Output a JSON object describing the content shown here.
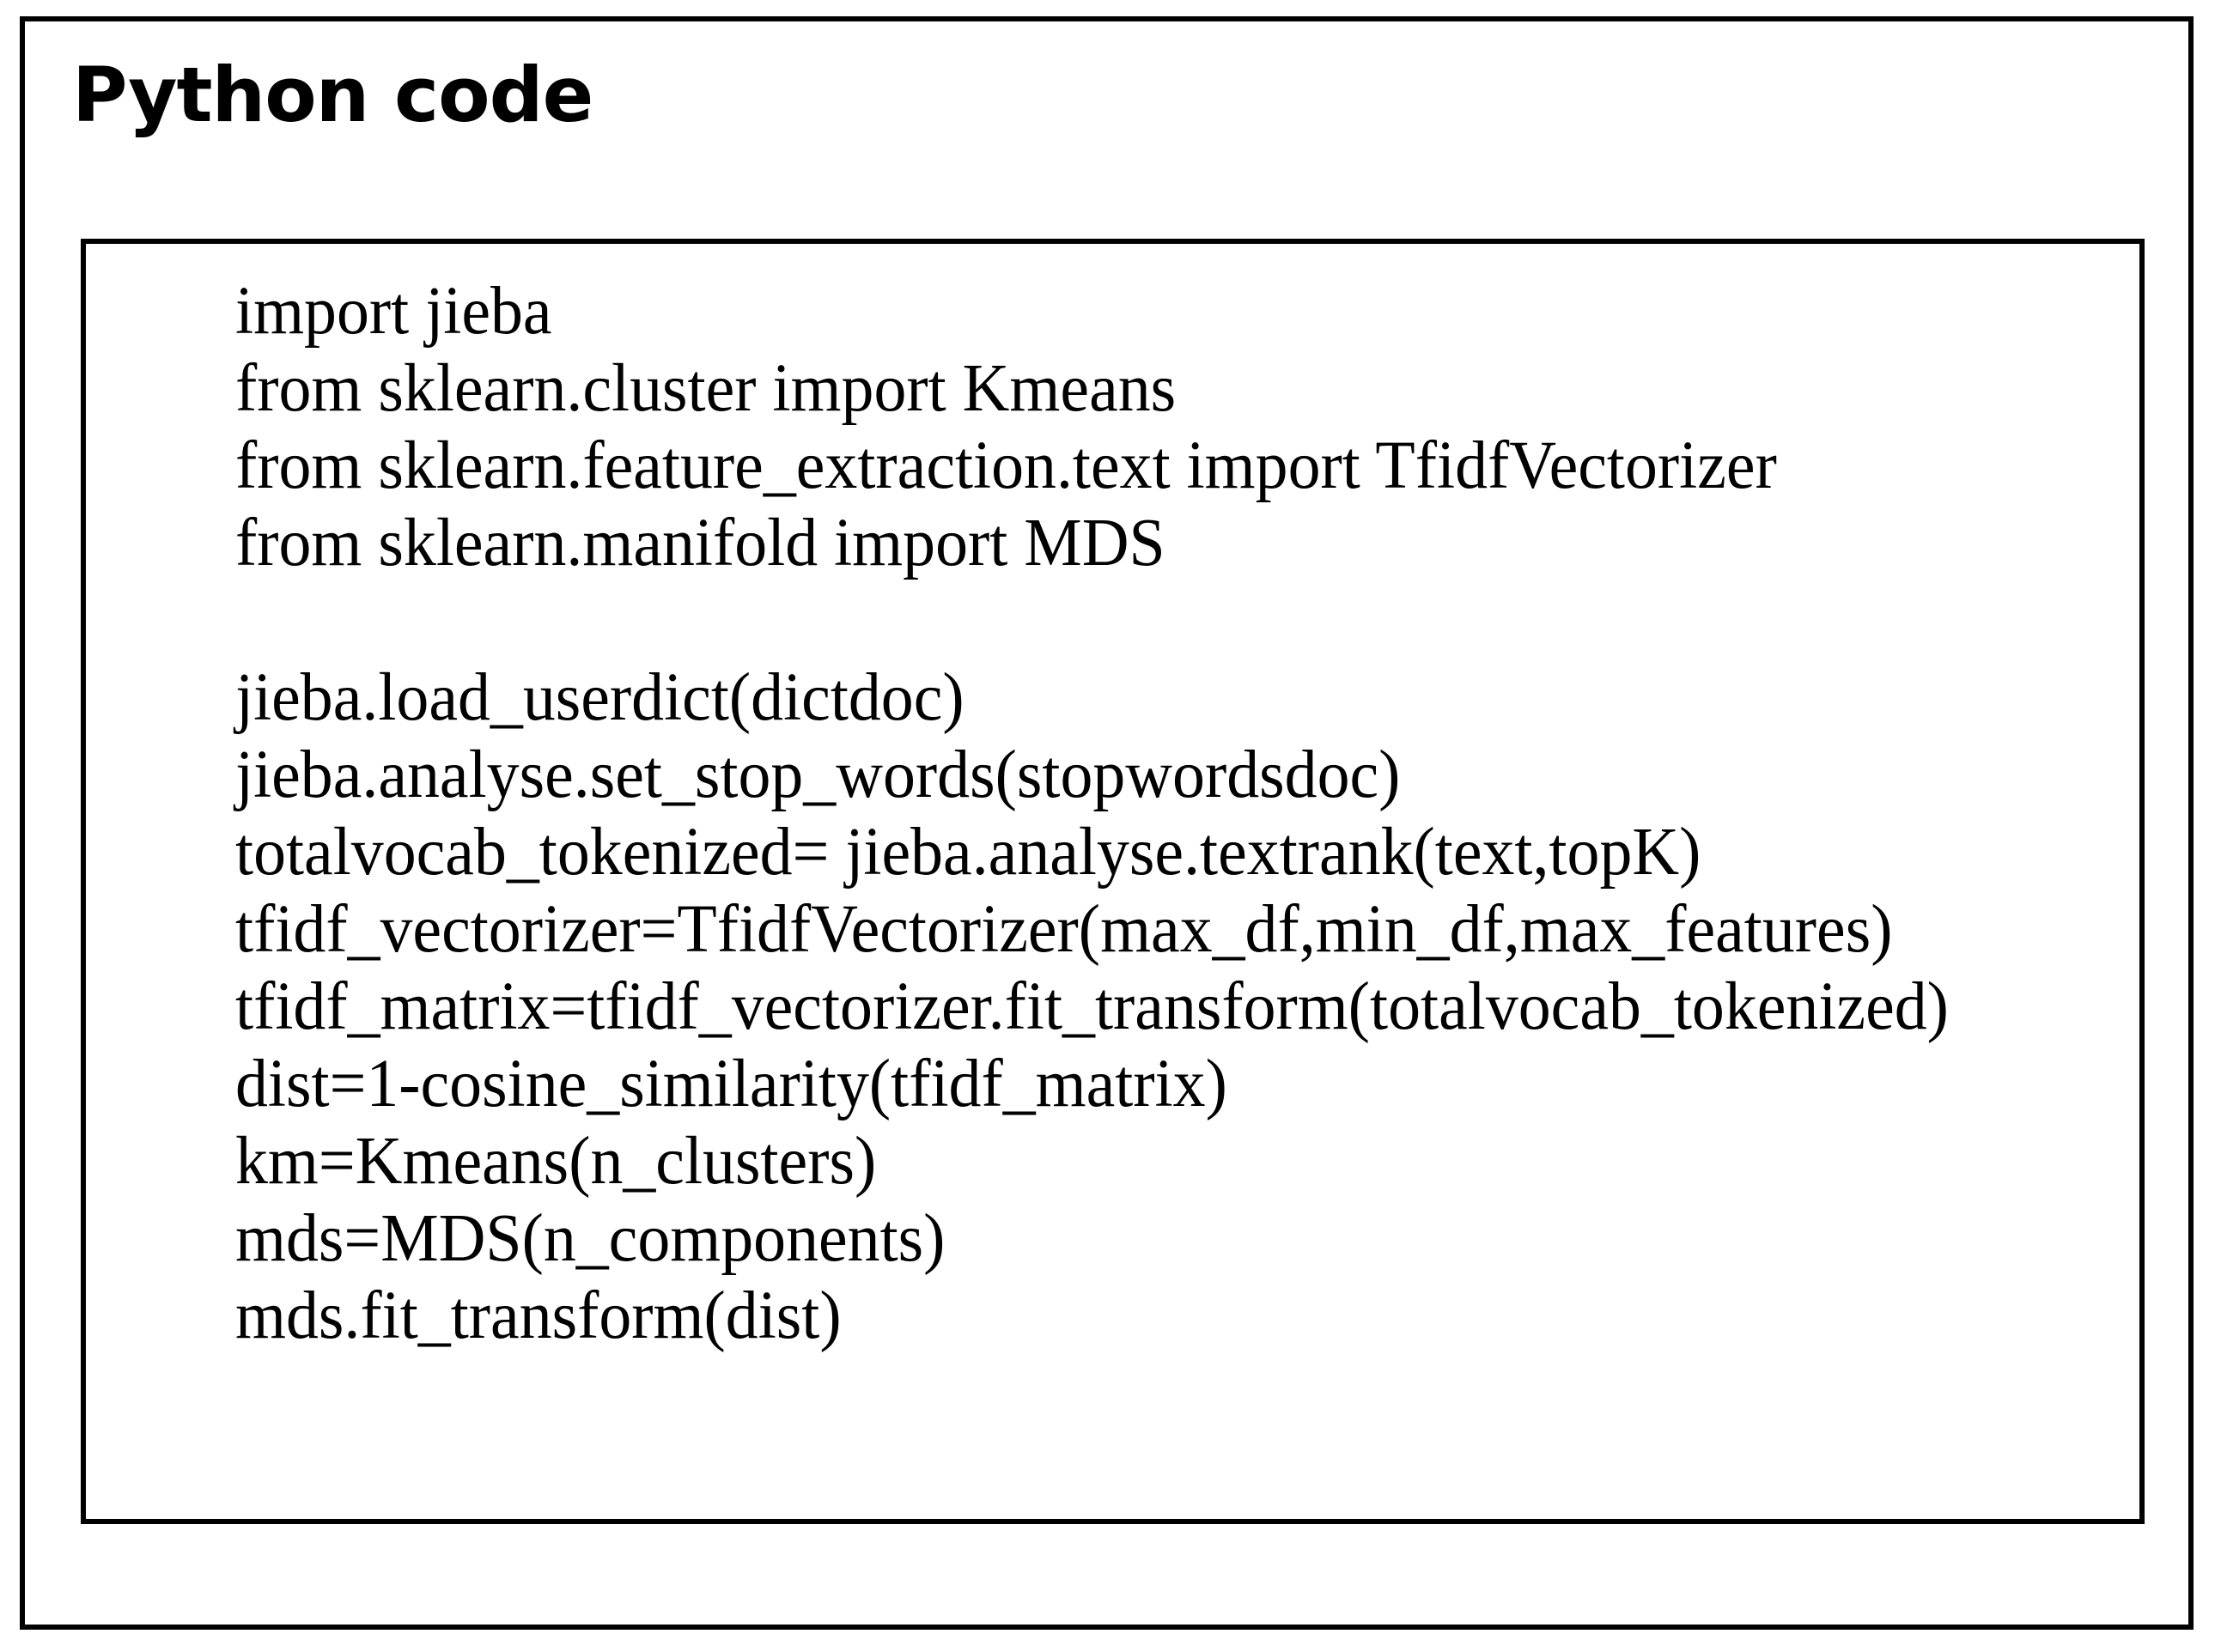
{
  "figure": {
    "title": "Python code",
    "language": "python",
    "colors": {
      "border": "#000000",
      "background": "#ffffff",
      "text": "#000000"
    }
  },
  "code_block": {
    "lines": [
      "import jieba",
      "from sklearn.cluster import Kmeans",
      "from sklearn.feature_extraction.text import TfidfVectorizer",
      "from sklearn.manifold import MDS",
      "",
      "jieba.load_userdict(dictdoc)",
      "jieba.analyse.set_stop_words(stopwordsdoc)",
      "totalvocab_tokenized= jieba.analyse.textrank(text,topK)",
      "tfidf_vectorizer=TfidfVectorizer(max_df,min_df,max_features)",
      "tfidf_matrix=tfidf_vectorizer.fit_transform(totalvocab_tokenized)",
      "dist=1-cosine_similarity(tfidf_matrix)",
      "km=Kmeans(n_clusters)",
      "mds=MDS(n_components)",
      "mds.fit_transform(dist)"
    ]
  }
}
